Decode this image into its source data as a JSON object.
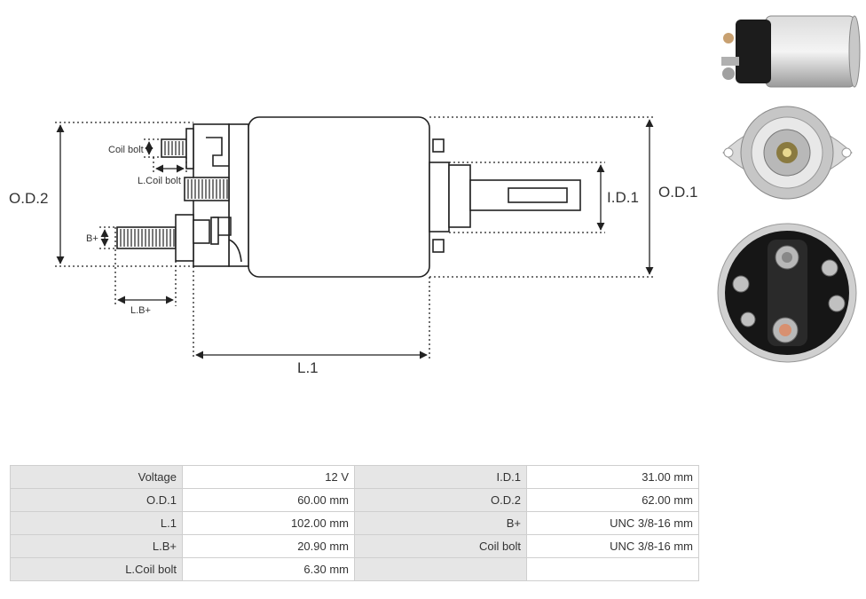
{
  "diagram": {
    "od2": "O.D.2",
    "od1": "O.D.1",
    "id1": "I.D.1",
    "l1": "L.1",
    "coil_bolt": "Coil bolt",
    "l_coil_bolt": "L.Coil bolt",
    "b_plus": "B+",
    "l_b_plus": "L.B+"
  },
  "specs": {
    "rows": [
      {
        "l1": "Voltage",
        "v1": "12 V",
        "l2": "I.D.1",
        "v2": "31.00 mm"
      },
      {
        "l1": "O.D.1",
        "v1": "60.00 mm",
        "l2": "O.D.2",
        "v2": "62.00 mm"
      },
      {
        "l1": "L.1",
        "v1": "102.00 mm",
        "l2": "B+",
        "v2": "UNC 3/8-16 mm"
      },
      {
        "l1": "L.B+",
        "v1": "20.90 mm",
        "l2": "Coil bolt",
        "v2": "UNC 3/8-16 mm"
      },
      {
        "l1": "L.Coil bolt",
        "v1": "6.30 mm",
        "l2": "",
        "v2": ""
      }
    ]
  }
}
